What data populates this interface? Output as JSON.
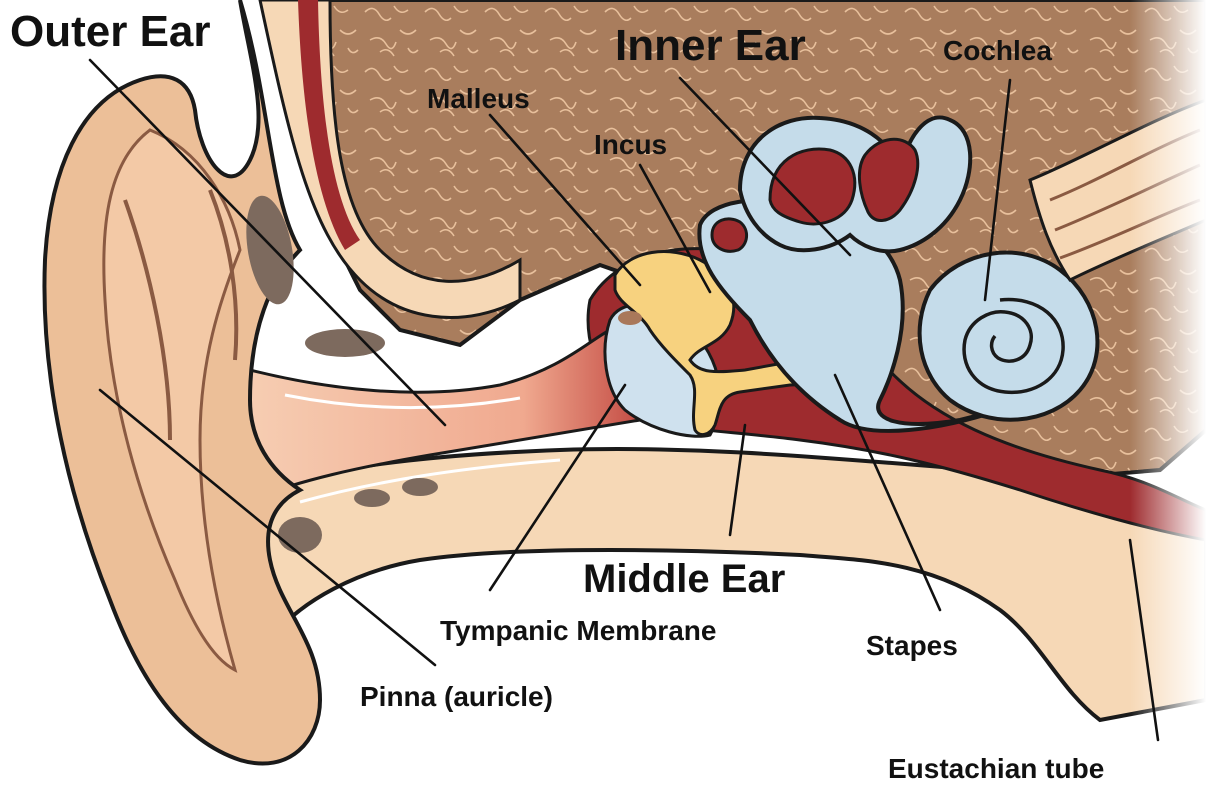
{
  "diagram": {
    "colors": {
      "skin": "#f6d8b6",
      "skin_dark": "#ecbf98",
      "skin_shadow": "#c38d6e",
      "bone": "#a97d5d",
      "bone_pattern": "#e8c09c",
      "canal": "#f3b9a0",
      "middle_ear_cavity": "#9e2b2e",
      "ossicles": "#f7d27f",
      "inner_ear": "#c5dcea",
      "eardrum": "#cfe1ee",
      "outline": "#1a1a1a"
    },
    "labels": {
      "outer_ear": "Outer Ear",
      "inner_ear": "Inner Ear",
      "cochlea": "Cochlea",
      "malleus": "Malleus",
      "incus": "Incus",
      "middle_ear": "Middle Ear",
      "tympanic_membrane": "Tympanic Membrane",
      "stapes": "Stapes",
      "pinna": "Pinna (auricle)",
      "eustachian_tube": "Eustachian tube"
    }
  }
}
